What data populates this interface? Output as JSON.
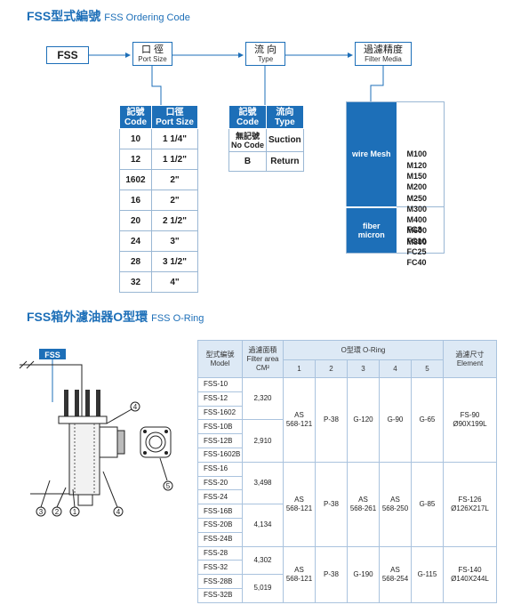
{
  "ordering": {
    "title": "FSS型式編號",
    "title_en": "FSS Ordering Code",
    "flow": {
      "fss": "FSS",
      "port_size_zh": "口  徑",
      "port_size_en": "Port Size",
      "type_zh": "流  向",
      "type_en": "Type",
      "filter_zh": "過濾精度",
      "filter_en": "Filter Media"
    },
    "port_size_table": {
      "head_code_zh": "記號",
      "head_code_en": "Code",
      "head_size_zh": "口徑",
      "head_size_en": "Port Size",
      "rows": [
        {
          "code": "10",
          "size": "1 1/4\""
        },
        {
          "code": "12",
          "size": "1 1/2\""
        },
        {
          "code": "1602",
          "size": "2\""
        },
        {
          "code": "16",
          "size": "2\""
        },
        {
          "code": "20",
          "size": "2 1/2\""
        },
        {
          "code": "24",
          "size": "3\""
        },
        {
          "code": "28",
          "size": "3 1/2\""
        },
        {
          "code": "32",
          "size": "4\""
        }
      ]
    },
    "type_table": {
      "head_code_zh": "記號",
      "head_code_en": "Code",
      "head_type_zh": "流向",
      "head_type_en": "Type",
      "rows": [
        {
          "code_zh": "無記號",
          "code_en": "No Code",
          "type": "Suction"
        },
        {
          "code_zh": "B",
          "code_en": "",
          "type": "Return"
        }
      ]
    },
    "filter_table": {
      "wire_label": "wire Mesh",
      "wire_values": [
        "M100",
        "M120",
        "M150",
        "M200",
        "M250",
        "M300",
        "M400",
        "M600",
        "M800"
      ],
      "fiber_label_1": "fiber",
      "fiber_label_2": "micron",
      "fiber_values": [
        "FC3",
        "FC10",
        "FC25",
        "FC40"
      ]
    }
  },
  "oring": {
    "title": "FSS箱外濾油器O型環",
    "title_en": "FSS O-Ring",
    "drawing": {
      "label": "FSS",
      "callouts": [
        "1",
        "2",
        "3",
        "4",
        "4",
        "5"
      ]
    },
    "table": {
      "head_model_zh": "型式編號",
      "head_model_en": "Model",
      "head_area_zh": "過濾面積",
      "head_area_en": "Filter area",
      "head_area_unit": "CM²",
      "head_oring": "O型環 O-Ring",
      "cols": [
        "1",
        "2",
        "3",
        "4",
        "5"
      ],
      "head_dim_zh": "過濾尺寸",
      "head_dim_en": "Element",
      "groups": [
        {
          "models": [
            "FSS-10",
            "FSS-12",
            "FSS-1602",
            "FSS-10B",
            "FSS-12B",
            "FSS-1602B"
          ],
          "areas": [
            "2,320",
            "2,910"
          ],
          "c1": "AS\n568-121",
          "c2": "P-38",
          "c3": "G-120",
          "c4": "G-90",
          "c5": "G-65",
          "el1": "FS-90",
          "el2": "Ø90X199L"
        },
        {
          "models": [
            "FSS-16",
            "FSS-20",
            "FSS-24",
            "FSS-16B",
            "FSS-20B",
            "FSS-24B"
          ],
          "areas": [
            "3,498",
            "4,134"
          ],
          "c1": "AS\n568-121",
          "c2": "P-38",
          "c3": "AS\n568-261",
          "c4": "AS\n568-250",
          "c5": "G-85",
          "el1": "FS-126",
          "el2": "Ø126X217L"
        },
        {
          "models": [
            "FSS-28",
            "FSS-32",
            "FSS-28B",
            "FSS-32B"
          ],
          "areas": [
            "4,302",
            "5,019"
          ],
          "c1": "AS\n568-121",
          "c2": "P-38",
          "c3": "G-190",
          "c4": "AS\n568-254",
          "c5": "G-115",
          "el1": "FS-140",
          "el2": "Ø140X244L"
        }
      ]
    }
  },
  "colors": {
    "accent": "#1d6fb8",
    "header_fill": "#dde9f5"
  }
}
